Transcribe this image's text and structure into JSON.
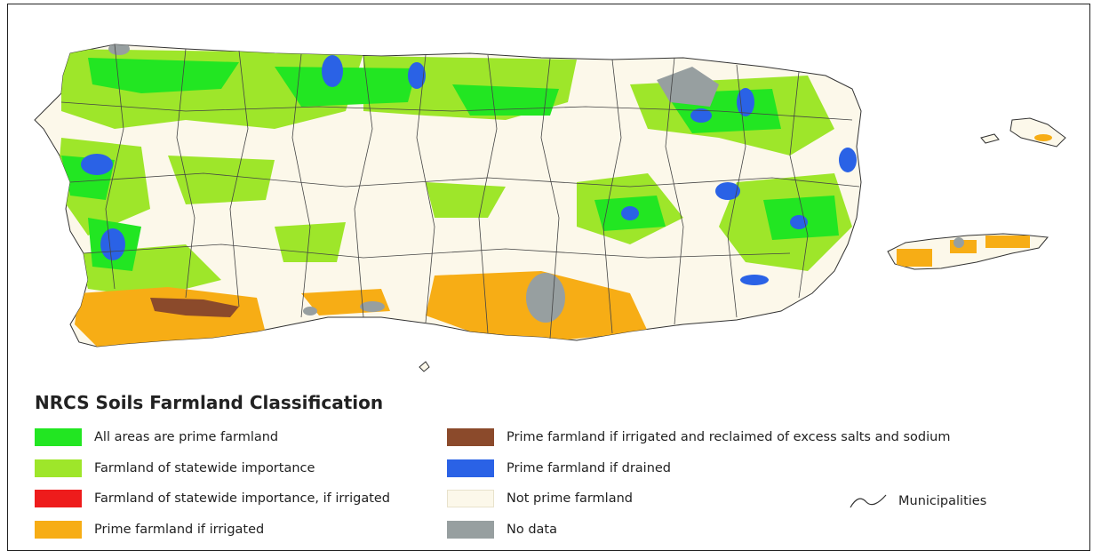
{
  "legend": {
    "title": "NRCS Soils Farmland Classification",
    "items": [
      {
        "label": "All areas are prime farmland",
        "color": "#22e622"
      },
      {
        "label": "Farmland of statewide importance",
        "color": "#9ee62a"
      },
      {
        "label": "Farmland of statewide importance, if irrigated",
        "color": "#ee1c1c"
      },
      {
        "label": "Prime farmland if irrigated",
        "color": "#f7ad15"
      },
      {
        "label": "Prime farmland if irrigated and reclaimed of excess salts and sodium",
        "color": "#8b4a2b"
      },
      {
        "label": "Prime farmland if drained",
        "color": "#2a62e6"
      },
      {
        "label": "Not prime farmland",
        "color": "#fcf8ea"
      },
      {
        "label": "No data",
        "color": "#979fa0"
      }
    ],
    "boundary_label": "Municipalities"
  }
}
